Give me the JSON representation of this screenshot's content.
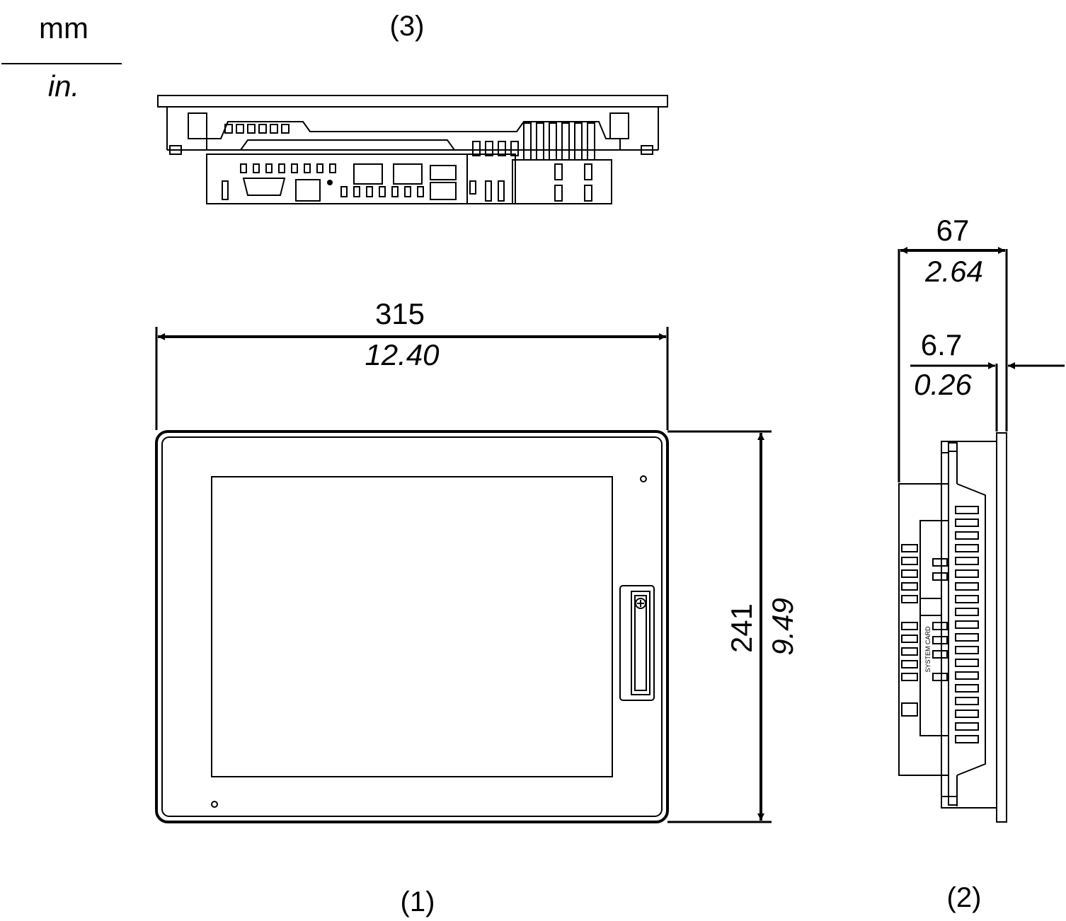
{
  "units": {
    "primary": "mm",
    "secondary": "in."
  },
  "views": {
    "front": "(1)",
    "side": "(2)",
    "top": "(3)"
  },
  "dimensions": {
    "width": {
      "mm": "315",
      "in": "12.40"
    },
    "height": {
      "mm": "241",
      "in": "9.49"
    },
    "depth": {
      "mm": "67",
      "in": "2.64"
    },
    "bezel": {
      "mm": "6.7",
      "in": "0.26"
    }
  },
  "side_label": "SYSTEM CARD",
  "colors": {
    "line": "#000000",
    "background": "#ffffff"
  }
}
